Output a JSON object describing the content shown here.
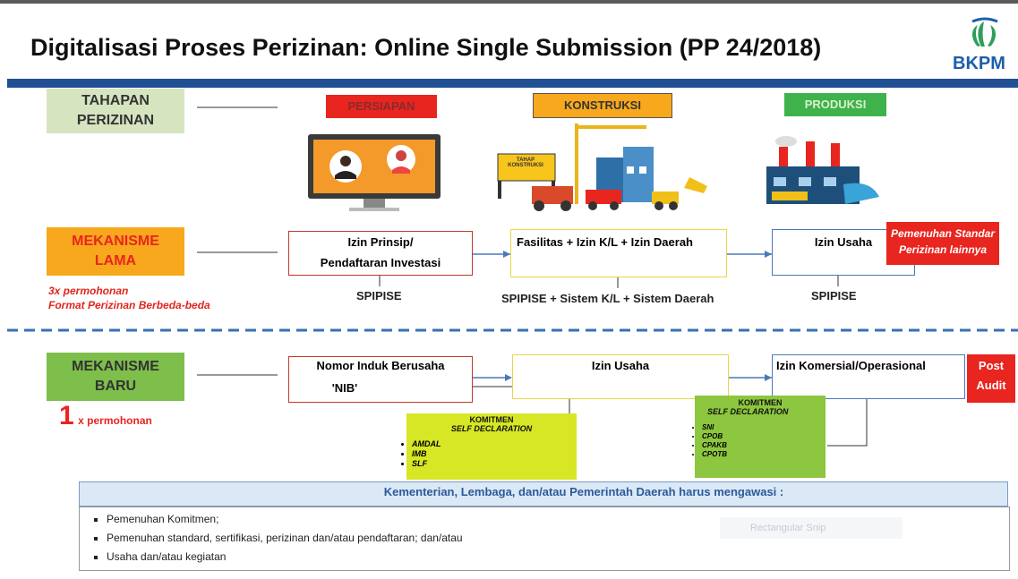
{
  "header": {
    "title": "Digitalisasi Proses Perizinan: Online Single Submission (PP 24/2018)",
    "logo_text": "BKPM"
  },
  "stages": {
    "label": "TAHAPAN PERIZINAN",
    "persiapan": "PERSIAPAN",
    "konstruksi": "KONSTRUKSI",
    "produksi": "PRODUKSI",
    "construction_sign": "TAHAP KONSTRUKSI"
  },
  "lama": {
    "label": "MEKANISME LAMA",
    "note_1": "3x permohonan",
    "note_2": "Format Perizinan Berbeda-beda",
    "box1_line1": "Izin Prinsip/",
    "box1_line2": "Pendaftaran Investasi",
    "box2": "Fasilitas  + Izin K/L  + Izin Daerah",
    "box3": "Izin  Usaha",
    "sys1": "SPIPISE",
    "sys2": "SPIPISE + Sistem K/L + Sistem Daerah",
    "sys3": "SPIPISE",
    "standar_1": "Pemenuhan Standar",
    "standar_2": "Perizinan lainnya"
  },
  "baru": {
    "label": "MEKANISME BARU",
    "count_num": "1",
    "count_text": "x permohonan",
    "box1_line1": "Nomor Induk Berusaha",
    "box1_line2": "'NIB'",
    "box2": "Izin Usaha",
    "box3": "Izin  Komersial/Operasional",
    "post_1": "Post",
    "post_2": "Audit",
    "komitmen1": {
      "title": "KOMITMEN",
      "subtitle": "SELF DECLARATION",
      "items": [
        "AMDAL",
        "IMB",
        "SLF"
      ]
    },
    "komitmen2": {
      "title": "KOMITMEN",
      "subtitle": "SELF DECLARATION",
      "items": [
        "SNI",
        "CPOB",
        "CPAKB",
        "CPOTB"
      ]
    }
  },
  "bottom": {
    "banner": "Kementerian, Lembaga, dan/atau Pemerintah Daerah harus mengawasi :",
    "items": [
      "Pemenuhan Komitmen;",
      "Pemenuhan standard, sertifikasi, perizinan dan/atau pendaftaran; dan/atau",
      "Usaha dan/atau kegiatan"
    ],
    "ghost": "Rectangular Snip"
  },
  "colors": {
    "brand_blue": "#214f93",
    "red": "#e8251f",
    "orange": "#f7a81c",
    "green": "#8dc63f",
    "yellow": "#d7e625"
  }
}
